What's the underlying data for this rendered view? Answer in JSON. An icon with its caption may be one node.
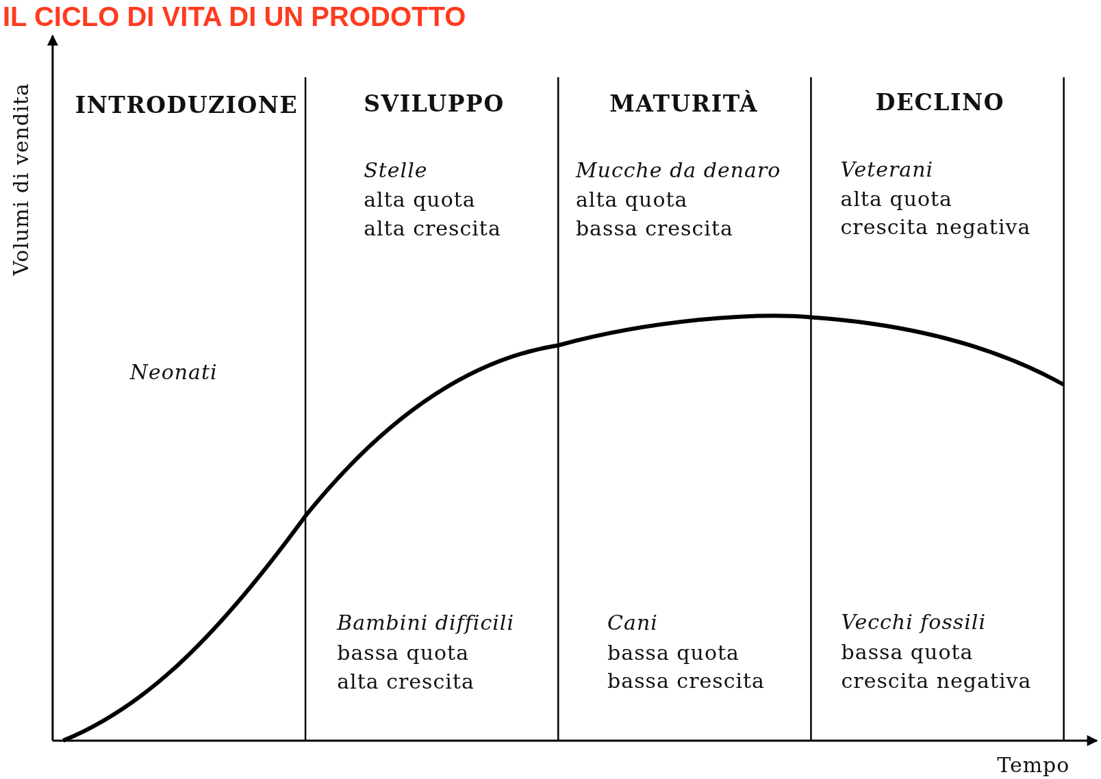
{
  "diagram": {
    "title": "IL CICLO DI VITA DI UN PRODOTTO",
    "labels": [
      "Volumi di vendita",
      "INTRODUZIONE",
      "SVILUPPO",
      "MATURITÀ",
      "DECLINO",
      "Stelle",
      "alta quota",
      "alta crescita",
      "Mucche da denaro",
      "alta quota",
      "bassa crescita",
      "Veterani",
      "alta quota",
      "crescita negativa",
      "Neonati",
      "Bambini difficili",
      "bassa quota",
      "alta crescita",
      "Cani",
      "bassa quota",
      "bassa crescita",
      "Vecchi fossili",
      "bassa quota",
      "crescita negativa",
      "Tempo"
    ]
  }
}
